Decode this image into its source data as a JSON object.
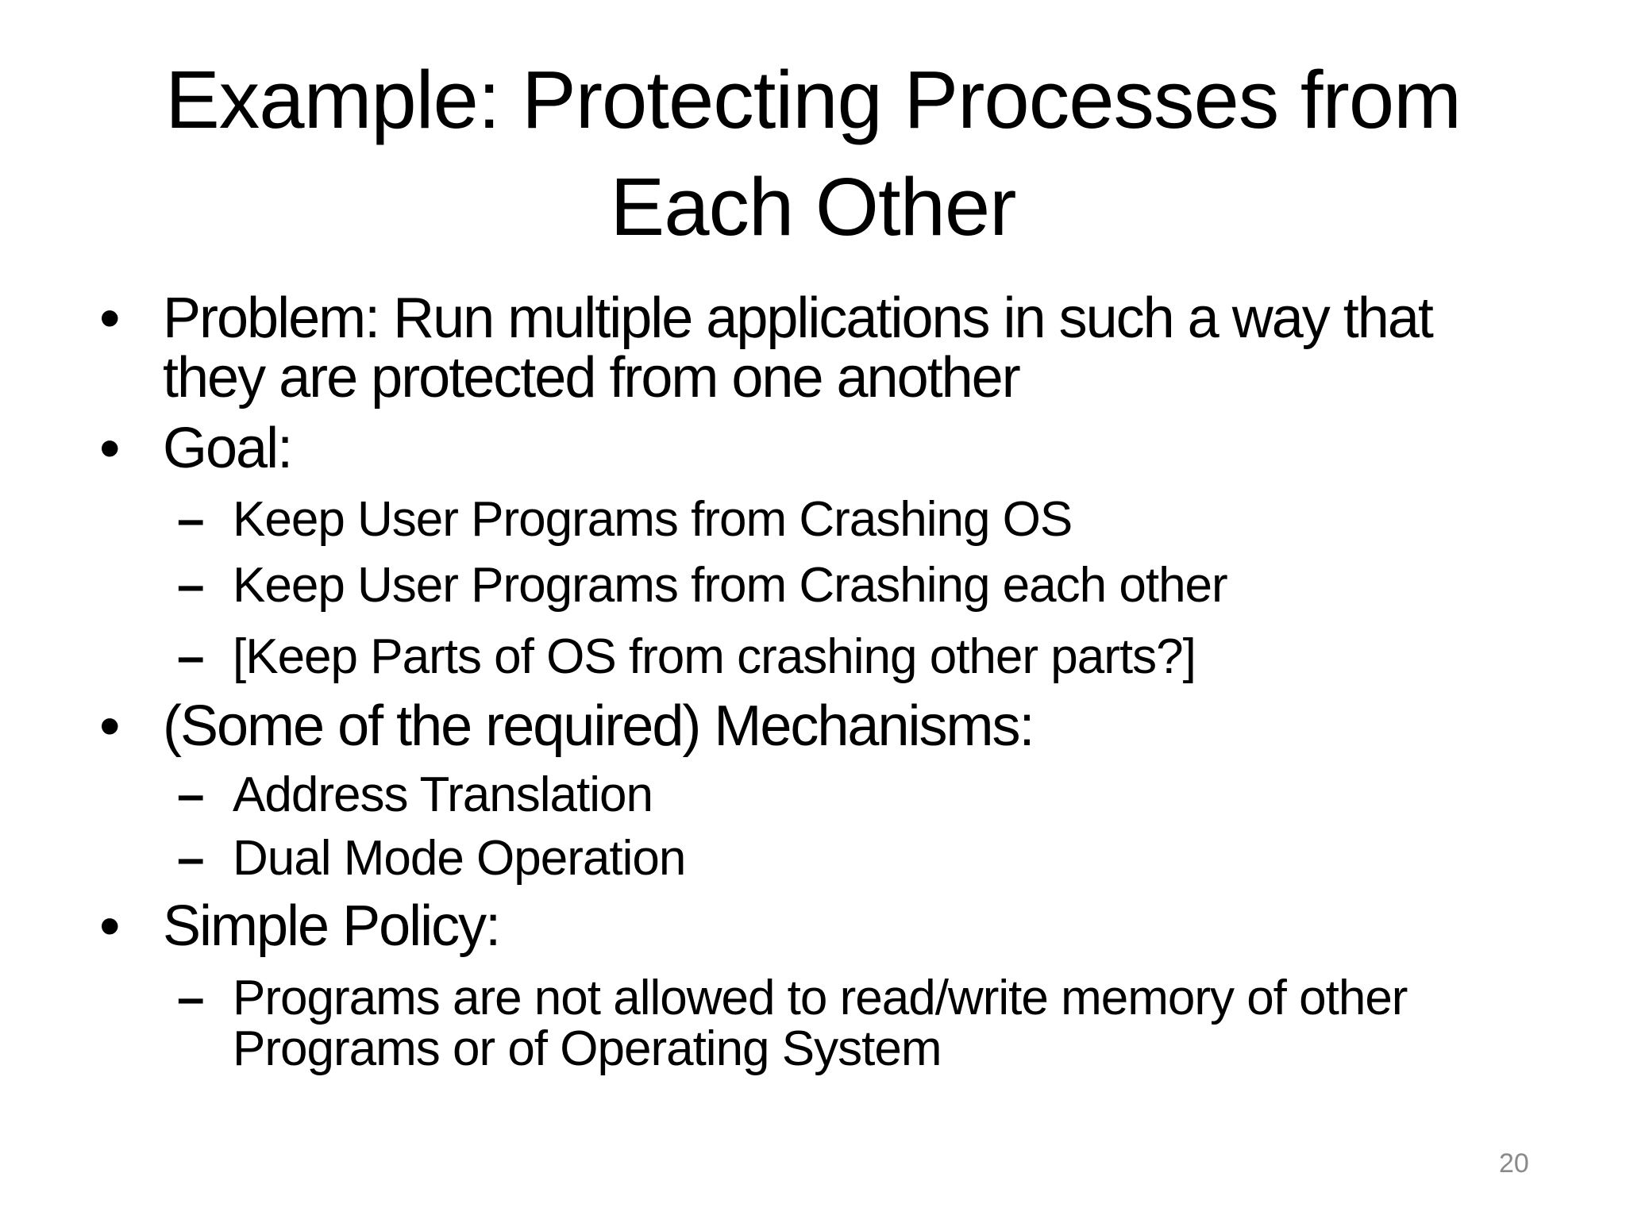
{
  "title": {
    "lines": [
      "Example: Protecting Processes from",
      "Each Other"
    ]
  },
  "markers": {
    "bullet": "•",
    "dash": "–"
  },
  "content": {
    "items": [
      {
        "level": 1,
        "lines": [
          "Problem: Run multiple applications in such a way that",
          "they are protected from one another"
        ]
      },
      {
        "level": 1,
        "lines": [
          "Goal:"
        ]
      },
      {
        "level": 2,
        "lines": [
          "Keep User Programs from Crashing OS"
        ]
      },
      {
        "level": 2,
        "lines": [
          "Keep User Programs from Crashing each other"
        ]
      },
      {
        "level": 2,
        "lines": [
          "[Keep Parts of OS from crashing other parts?]"
        ]
      },
      {
        "level": 1,
        "lines": [
          "(Some of the required) Mechanisms:"
        ]
      },
      {
        "level": 2,
        "lines": [
          "Address Translation"
        ]
      },
      {
        "level": 2,
        "lines": [
          "Dual Mode Operation"
        ]
      },
      {
        "level": 1,
        "lines": [
          "Simple Policy:"
        ]
      },
      {
        "level": 2,
        "lines": [
          "Programs are not allowed to read/write memory of other",
          "Programs or of Operating System"
        ]
      }
    ]
  },
  "footer": {
    "page_number": "20"
  },
  "colors": {
    "background": "#ffffff",
    "text": "#000000",
    "page_number": "#8a8a8a"
  }
}
